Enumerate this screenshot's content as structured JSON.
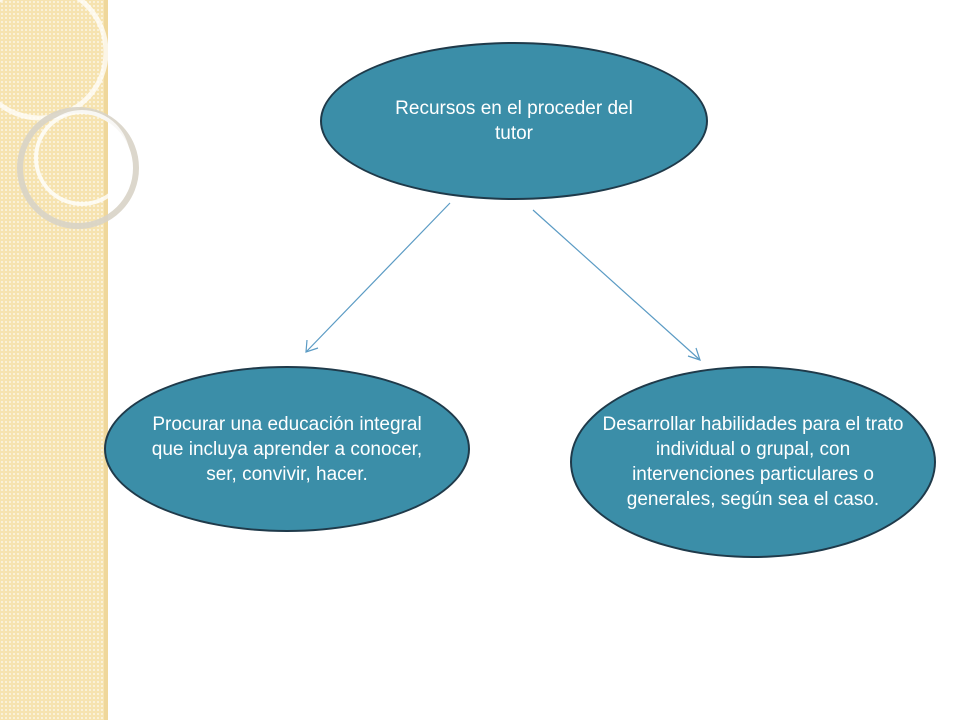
{
  "diagram": {
    "top_node": {
      "text": "Recursos en el proceder del tutor"
    },
    "left_node": {
      "text": "Procurar una educación integral que incluya aprender a conocer, ser, convivir, hacer."
    },
    "right_node": {
      "text": "Desarrollar habilidades para el trato individual o grupal, con intervenciones particulares o generales, según sea el caso."
    },
    "colors": {
      "node_fill": "#3b8ea8",
      "node_border": "#1f3a4a",
      "arrow": "#5b9bc4",
      "side_strip": "#f6e3b0"
    }
  }
}
